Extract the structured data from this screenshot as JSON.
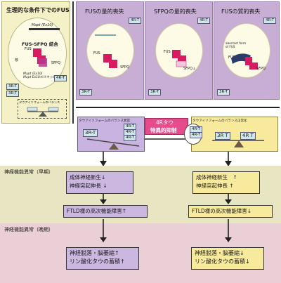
{
  "normal": {
    "title": "生理的な条件下でのFUS",
    "complex": "FUS-SFPQ 結合",
    "fus": "FUS",
    "sfpq": "SFPQ",
    "nucleus": "核",
    "mapt_top": "Mapt (Ex10)",
    "mapt_bottom": "Mapt (Ex10)\nMapt Ex10のスキッピング",
    "tau3r": "3R-T",
    "tau4r": "4R-T",
    "tau3r_b": "3R-T",
    "balance": "タウアイソフォームのバランス"
  },
  "panels": [
    {
      "title": "FUSの量的喪失",
      "fus": "FUS",
      "sfpq": "SFPQ",
      "tau4r": "4R-T",
      "tau3r": "3R-T"
    },
    {
      "title": "SFPQの量的喪失",
      "fus": "FUS",
      "sfpq": "SFPQ↓",
      "tau4r": "4R-T",
      "tau3r": "3R-T"
    },
    {
      "title": "FUSの質的喪失",
      "fus": "FUS",
      "sfpq": "SFPQ",
      "aberrant": "aberrant form of FUS",
      "tau4r": "4R-T",
      "tau3r": "3R-T"
    }
  ],
  "middle": {
    "imbalance": "タウアイソフォームのバランス異常",
    "normalized": "タウアイソフォームのバランス正常化",
    "suppress_line1": "4Rタウ",
    "suppress_line2": "特異的抑制",
    "left_3r": "3R-T",
    "left_4r_a": "4R-T",
    "left_4r_b": "4R-T",
    "left_4r_c": "4R-T",
    "right_4r_a": "4R-T",
    "right_4r_b": "4R-T",
    "right_3r": "3R T",
    "right_4r": "4R T"
  },
  "early": {
    "label": "神経機能異常（早期）",
    "left_box": [
      "成体神経新生↓",
      "神経突起伸長 ↓"
    ],
    "right_box": [
      "成体神経新生　↑",
      "神経突起伸長 ↑"
    ],
    "left_ftld": "FTLD様の高次機能障害↑",
    "right_ftld": "FTLD様の高次機能障害↓"
  },
  "late": {
    "label": "神経機能異常（晩期）",
    "left_box": [
      "神経脱落・脳萎縮↑",
      "リン酸化タウの蓄積↑"
    ],
    "right_box": [
      "神経脱落・脳萎縮↓",
      "リン酸化タウの蓄積↓"
    ]
  },
  "colors": {
    "fus": "#d81b60",
    "sfpq": "#b33a8f",
    "panel_purple": "#c8aed4",
    "panel_yellow": "#f5f1c6",
    "tau_tag": "#cfe7ea"
  }
}
